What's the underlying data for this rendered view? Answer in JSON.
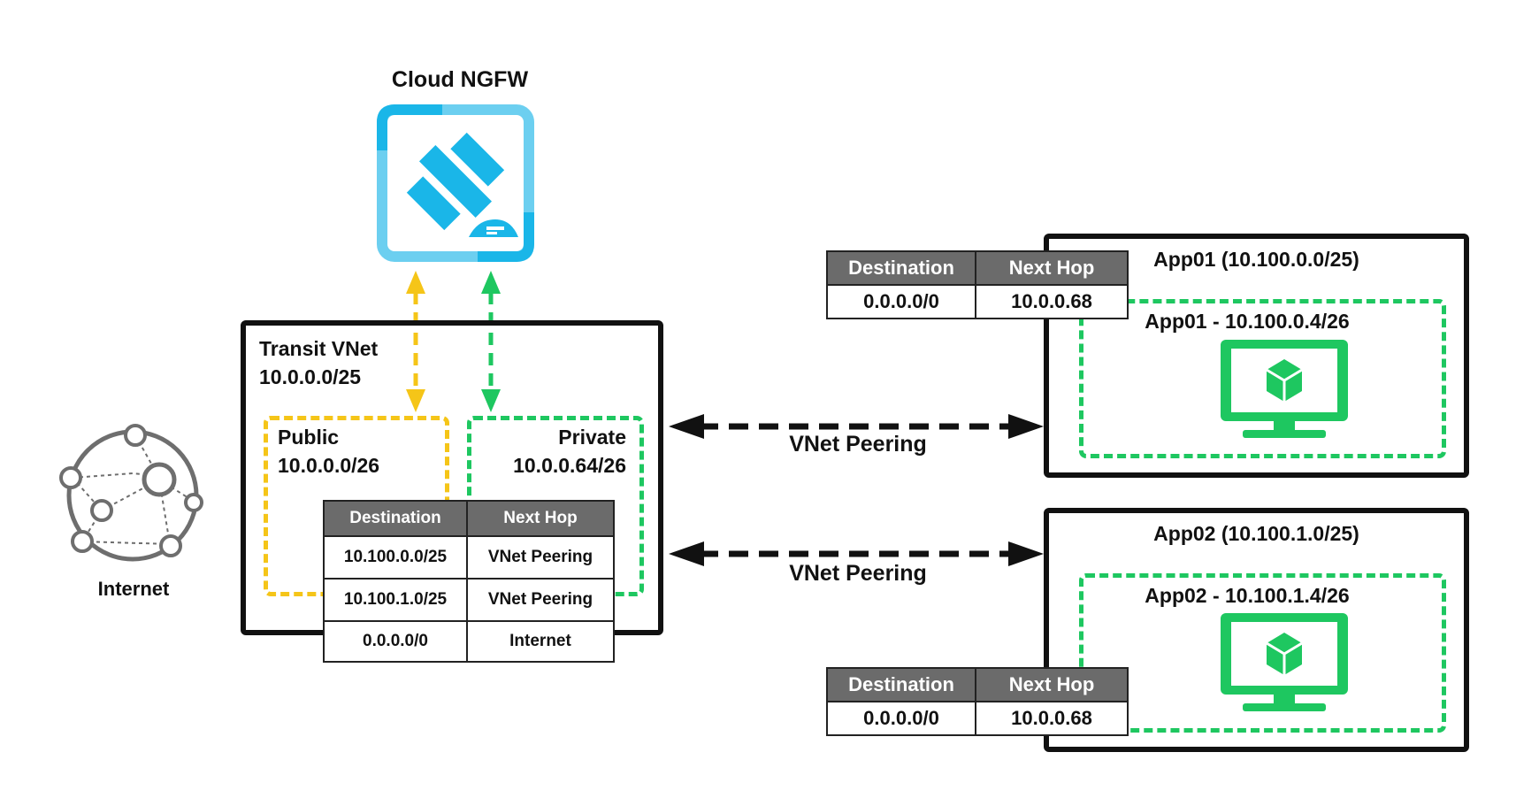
{
  "cloud_ngfw": {
    "title": "Cloud NGFW",
    "icon": "palo-alto-firewall-icon"
  },
  "internet": {
    "label": "Internet",
    "icon": "internet-globe-icon"
  },
  "transit": {
    "name": "Transit VNet",
    "cidr": "10.0.0.0/25",
    "public": {
      "name": "Public",
      "cidr": "10.0.0.0/26"
    },
    "private": {
      "name": "Private",
      "cidr": "10.0.0.64/26"
    },
    "route_table": {
      "headers": [
        "Destination",
        "Next Hop"
      ],
      "rows": [
        [
          "10.100.0.0/25",
          "VNet Peering"
        ],
        [
          "10.100.1.0/25",
          "VNet Peering"
        ],
        [
          "0.0.0.0/0",
          "Internet"
        ]
      ]
    }
  },
  "app01": {
    "vnet_label": "App01 (10.100.0.0/25)",
    "subnet_label": "App01 - 10.100.0.4/26",
    "icon": "vm-monitor-icon",
    "route_table": {
      "headers": [
        "Destination",
        "Next Hop"
      ],
      "rows": [
        [
          "0.0.0.0/0",
          "10.0.0.68"
        ]
      ]
    }
  },
  "app02": {
    "vnet_label": "App02 (10.100.1.0/25)",
    "subnet_label": "App02 - 10.100.1.4/26",
    "icon": "vm-monitor-icon",
    "route_table": {
      "headers": [
        "Destination",
        "Next Hop"
      ],
      "rows": [
        [
          "0.0.0.0/0",
          "10.0.0.68"
        ]
      ]
    }
  },
  "peering": {
    "label_1": "VNet Peering",
    "label_2": "VNet Peering"
  },
  "colors": {
    "public": "#f5c518",
    "private": "#1ec760",
    "ngfw": "#1ab6e8",
    "line": "#111111",
    "table_header": "#6b6b6b"
  }
}
